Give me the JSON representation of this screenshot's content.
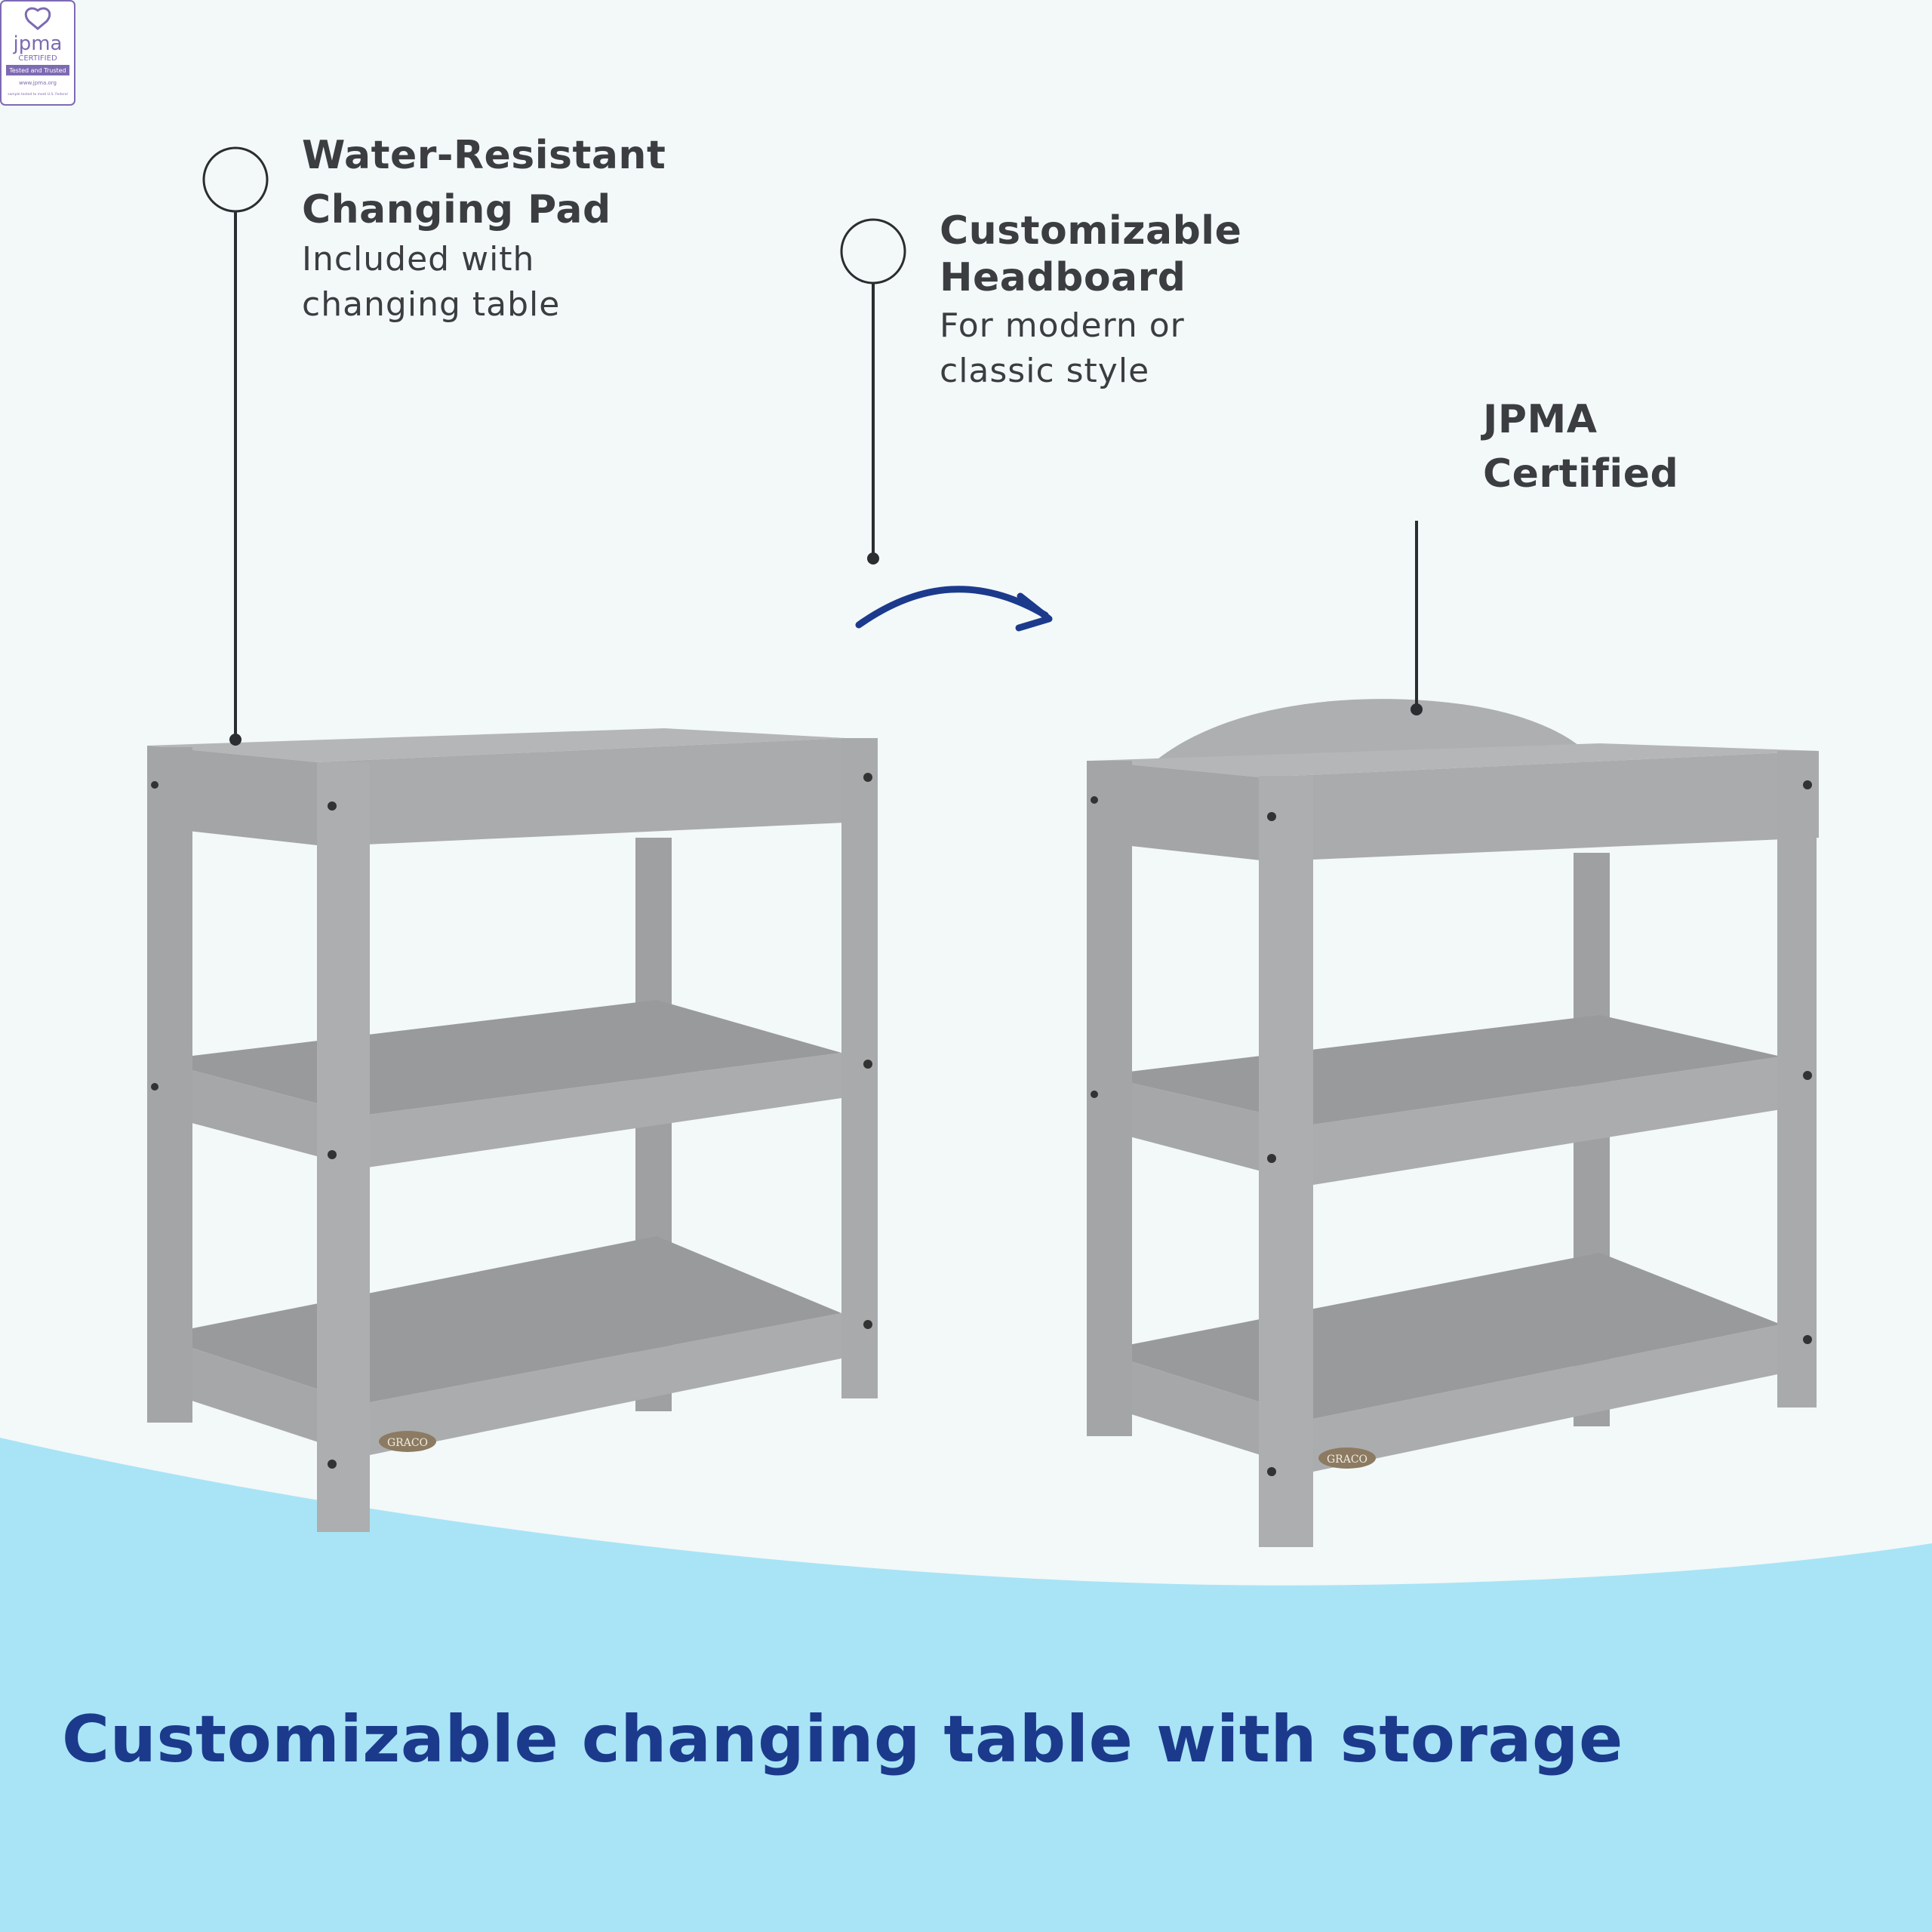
{
  "features": [
    {
      "title_line1": "Water-Resistant",
      "title_line2": "Changing Pad",
      "desc_line1": "Included with",
      "desc_line2": "changing table"
    },
    {
      "title_line1": "Customizable",
      "title_line2": "Headboard",
      "desc_line1": "For modern or",
      "desc_line2": "classic style"
    },
    {
      "title_line1": "JPMA",
      "title_line2": "Certified"
    }
  ],
  "badge": {
    "brand": "jpma",
    "label": "CERTIFIED",
    "tagline": "Tested and Trusted",
    "url": "www.jpma.org",
    "fineprint": "sample tested to meet U.S. Federal"
  },
  "product_logo": "GRACO",
  "headline": "Customizable changing table with storage",
  "colors": {
    "background": "#f3f8f9",
    "wave": "#a8e4f6",
    "headline": "#1c3a8c",
    "furniture": "#a7a8aa",
    "text": "#3b3d40"
  }
}
